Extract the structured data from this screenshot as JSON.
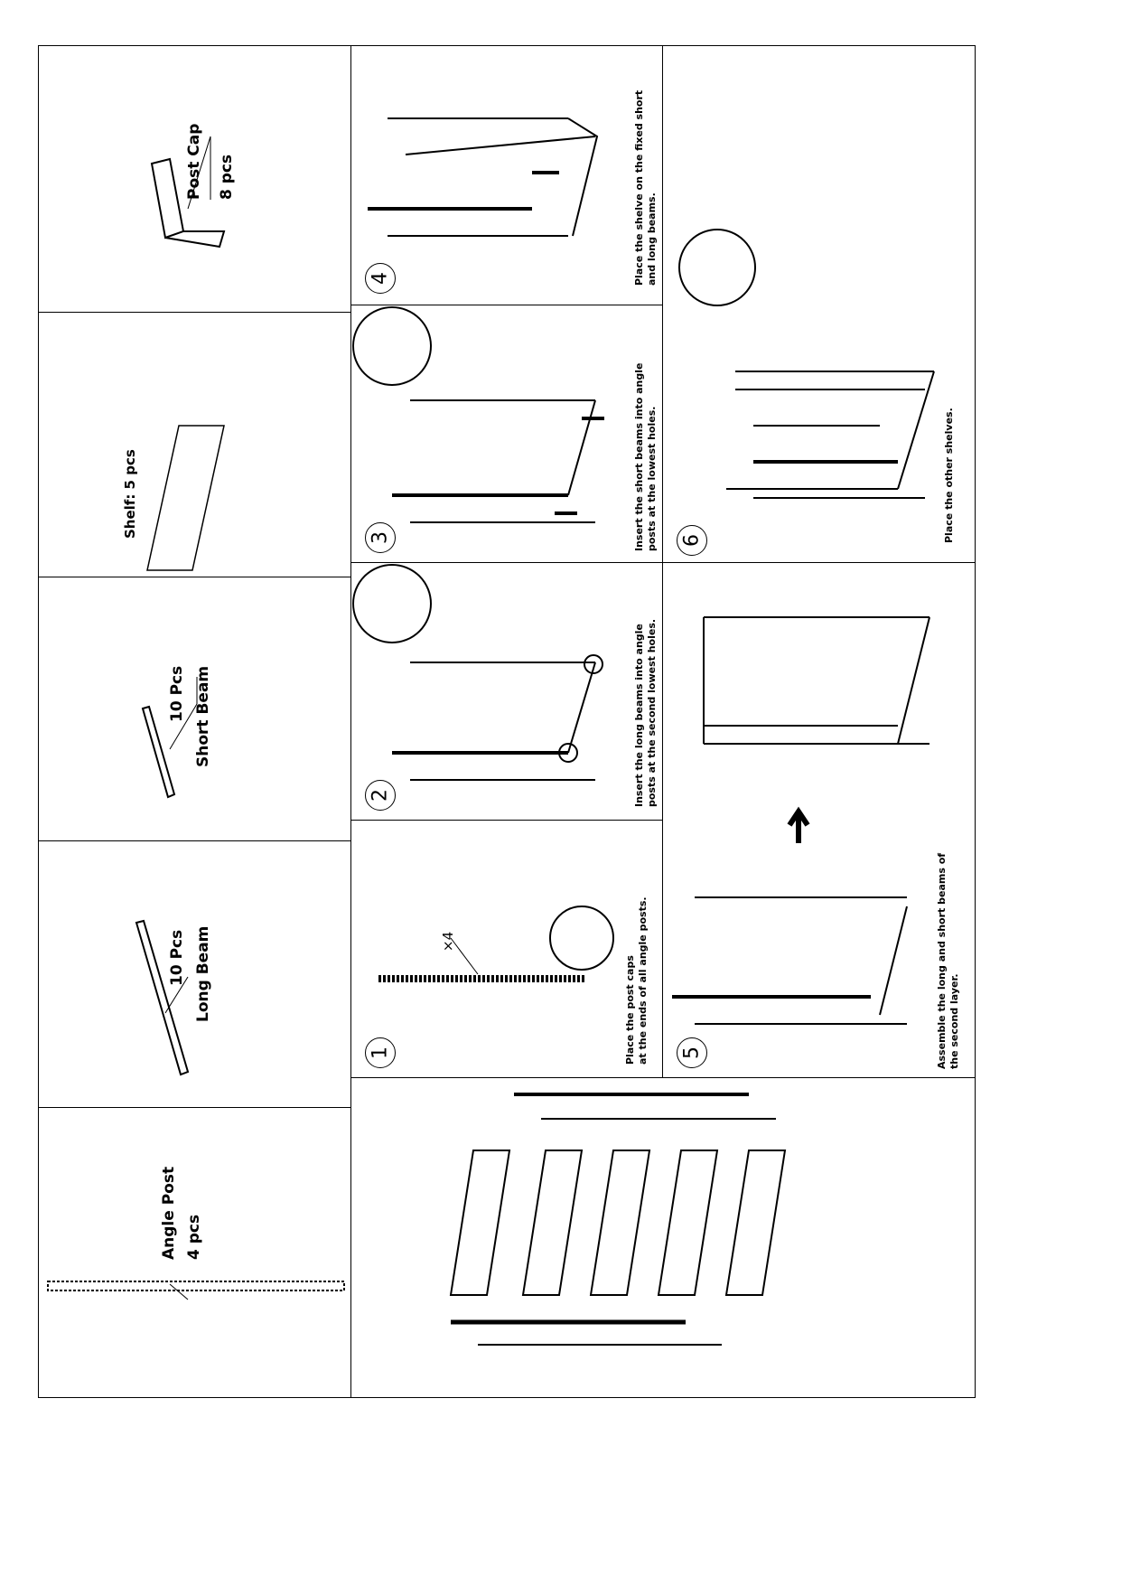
{
  "parts": [
    {
      "name": "Post Cap",
      "qty": "8 pcs"
    },
    {
      "name": "Shelf",
      "qty": "Shelf: 5 pcs"
    },
    {
      "name": "Short Beam",
      "qty": "10 Pcs"
    },
    {
      "name": "Long Beam",
      "qty": "10 Pcs"
    },
    {
      "name": "Angle Post",
      "qty": "4 pcs"
    }
  ],
  "steps": [
    {
      "number": "1",
      "line1": "Place the post caps",
      "line2": "at the ends of all angle posts.",
      "multiplier": "×4"
    },
    {
      "number": "2",
      "line1": "Insert the long beams into angle",
      "line2": "posts at the second lowest holes."
    },
    {
      "number": "3",
      "line1": "Insert the short beams into angle",
      "line2": "posts at the lowest holes."
    },
    {
      "number": "4",
      "line1": "Place the shelve on the fixed short",
      "line2": "and long beams."
    },
    {
      "number": "5",
      "line1": "Assemble the long and short beams of",
      "line2": "the second layer."
    },
    {
      "number": "6",
      "line1": "Place the other  shelves.",
      "line2": ""
    }
  ]
}
